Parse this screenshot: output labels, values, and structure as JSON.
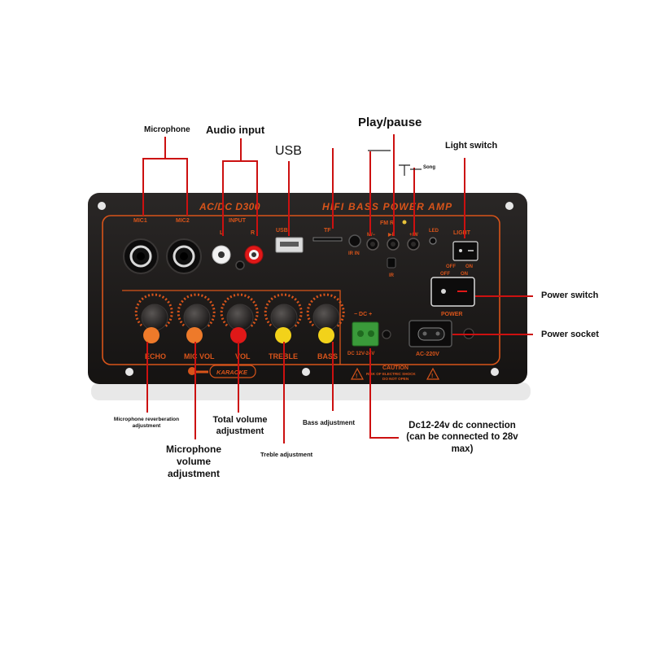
{
  "panel": {
    "model": "AC/DC D300",
    "title": "HIFI BASS POWER AMP",
    "fm": "FM R",
    "badge": "KARAOKE",
    "connectors": {
      "mic1": "MIC1",
      "mic2": "MIC2",
      "input": "INPUT",
      "left": "L",
      "right": "R",
      "usb": "USB",
      "tf": "TF",
      "ir_in": "IR IN",
      "ir": "IR",
      "prev": "M/−",
      "play": "▶II",
      "next": "+/W",
      "led": "LED",
      "light": "LIGHT",
      "light_off": "OFF",
      "light_on": "ON",
      "power_off": "OFF",
      "power_on": "ON",
      "power": "POWER",
      "dc_polarity": "− DC +",
      "dc_range": "DC 12V-24V",
      "ac_input": "AC-220V"
    },
    "knobs": {
      "echo": "ECHO",
      "mic_vol": "MIC VOL",
      "vol": "VOL",
      "treble": "TREBLE",
      "bass": "BASS"
    },
    "caution": {
      "title": "CAUTION",
      "line1": "RISK OF ELECTRIC SHOCK",
      "line2": "DO NOT OPEN"
    }
  },
  "callouts": {
    "microphone": "Microphone",
    "audio_input": "Audio input",
    "usb": "USB",
    "play_pause": "Play/pause",
    "song": "Song",
    "light_switch": "Light switch",
    "power_switch": "Power switch",
    "power_socket": "Power socket",
    "mic_reverb": "Microphone reverberation adjustment",
    "mic_volume": "Microphone volume adjustment",
    "total_volume": "Total volume adjustment",
    "treble_adj": "Treble adjustment",
    "bass_adj": "Bass adjustment",
    "dc_connection": "Dc12-24v dc connection (can be connected to 28v max)"
  },
  "colors": {
    "panel": "#1c1a19",
    "accent": "#d8541a",
    "callout_line": "#cc1010",
    "knob_orange": "#ee7a2a",
    "knob_red": "#e01818",
    "knob_yellow": "#f2d21a",
    "terminal": "#3a9a3a"
  }
}
